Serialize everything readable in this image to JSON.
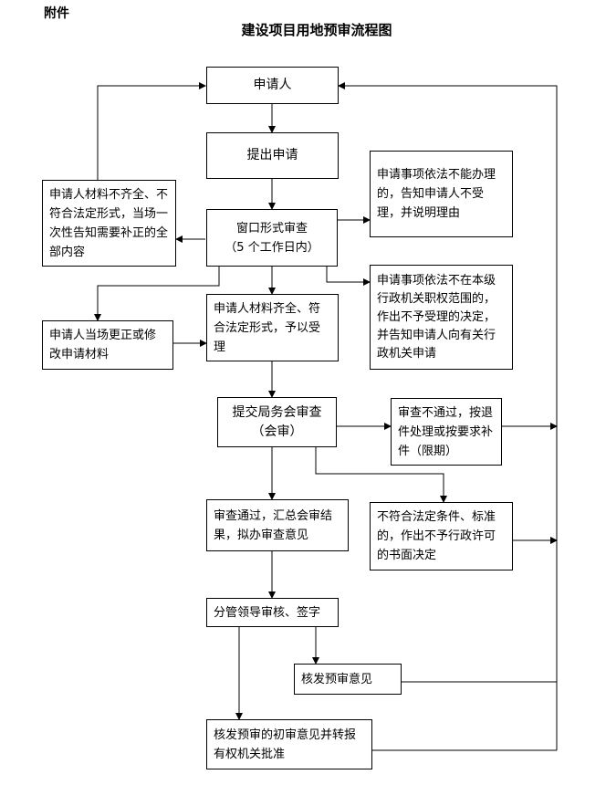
{
  "attachment_label": "附件",
  "title": "建设项目用地预审流程图",
  "nodes": {
    "applicant": "申请人",
    "submit": "提出申请",
    "window_review_line1": "窗口形式审查",
    "window_review_line2": "（5 个工作日内）",
    "incomplete": "申请人材料不齐全、不符合法定形式，当场一次性告知需要补正的全部内容",
    "cannot_handle": "申请事项依法不能办理的，告知申请人不受理，并说明理由",
    "not_in_scope": "申请事项依法不在本级行政机关职权范围的，作出不予受理的决定，并告知申请人向有关行政机关申请",
    "correct_on_site": "申请人当场更正或修改申请材料",
    "accept": "申请人材料齐全、符合法定形式，予以受理",
    "joint_review_line1": "提交局务会审查",
    "joint_review_line2": "（会审）",
    "review_fail": "审查不通过，按退件处理或按要求补件（限期）",
    "review_pass": "审查通过，汇总会审结果，拟办审查意见",
    "not_qualified": "不符合法定条件、标准的，作出不予行政许可的书面决定",
    "leader_sign": "分管领导审核、签字",
    "issue_opinion": "核发预审意见",
    "issue_preliminary": "核发预审的初审意见并转报有权机关批准"
  }
}
